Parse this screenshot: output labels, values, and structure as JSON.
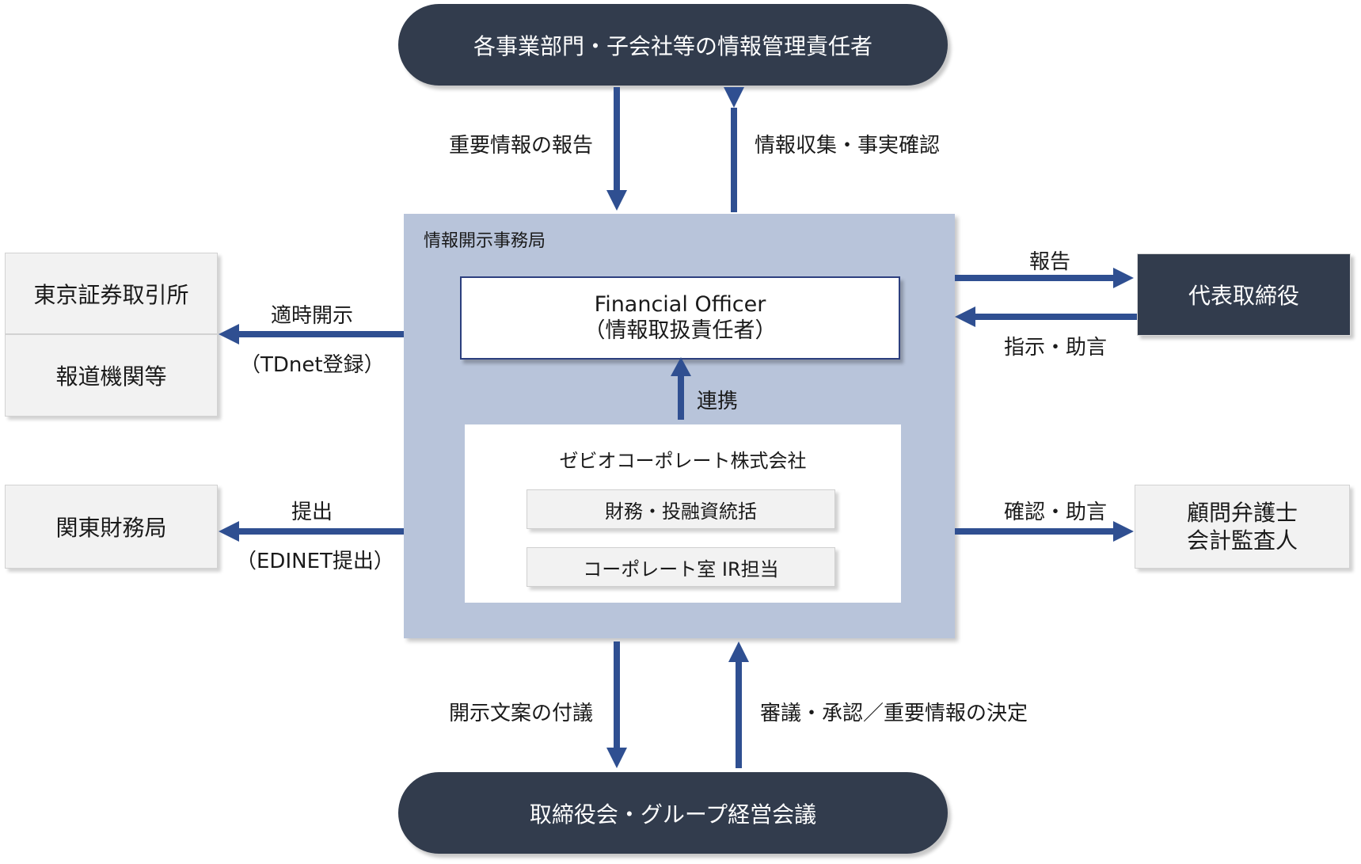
{
  "top_node": "各事業部門・子会社等の情報管理責任者",
  "bottom_node": "取締役会・グループ経営会議",
  "office": {
    "title": "情報開示事務局",
    "financial_officer": {
      "line1": "Financial Officer",
      "line2": "（情報取扱責任者）"
    },
    "link_label": "連携",
    "company": {
      "name": "ゼビオコーポレート株式会社",
      "units": [
        "財務・投融資統括",
        "コーポレート室 IR担当"
      ]
    }
  },
  "left_nodes": {
    "exchange": "東京証券取引所",
    "press": "報道機関等",
    "finance_bureau": "関東財務局"
  },
  "right_nodes": {
    "representative": "代表取締役",
    "advisors": {
      "line1": "顧問弁護士",
      "line2": "会計監査人"
    }
  },
  "flow_labels": {
    "report_important": "重要情報の報告",
    "collect_confirm": "情報収集・事実確認",
    "timely_disclosure": "適時開示",
    "tdnet": "（TDnet登録）",
    "submit": "提出",
    "edinet": "（EDINET提出）",
    "report": "報告",
    "instruct_advise": "指示・助言",
    "confirm_advise": "確認・助言",
    "draft_submission": "開示文案の付議",
    "deliberation": "審議・承認／重要情報の決定"
  },
  "colors": {
    "dark_navy": "#323c4d",
    "arrow_blue": "#2f4f91",
    "office_bg": "#b8c4da",
    "box_grey": "#f2f2f2"
  }
}
